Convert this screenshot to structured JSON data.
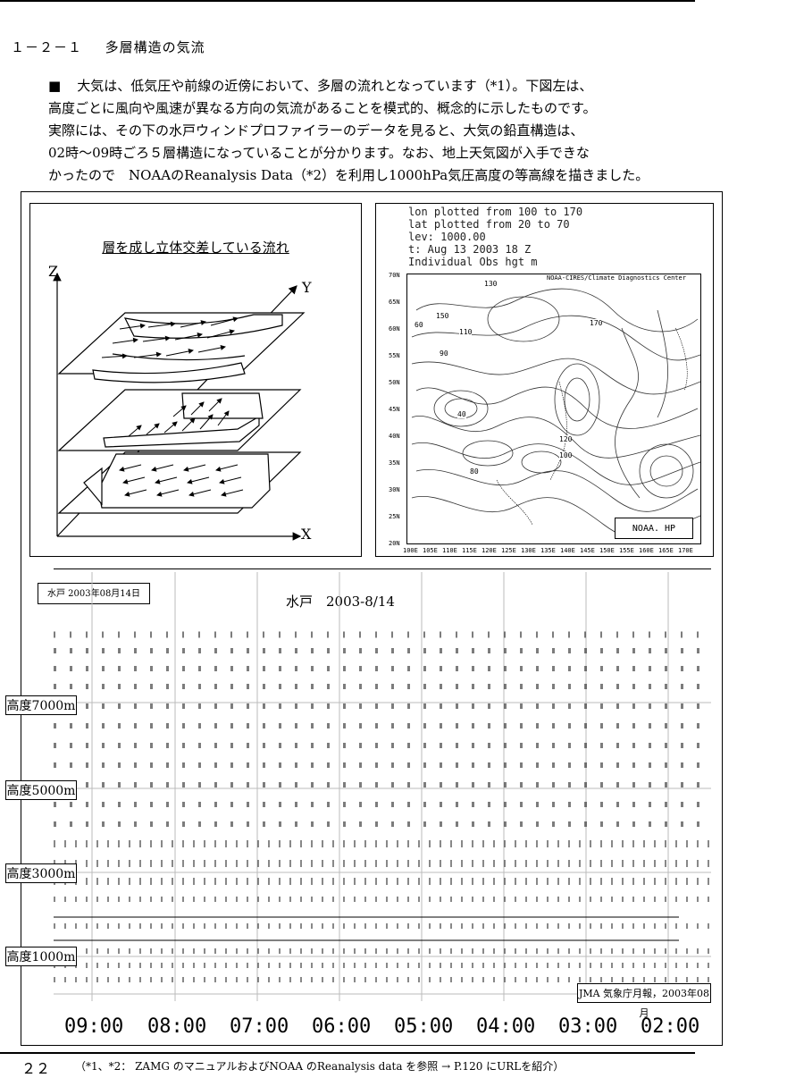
{
  "section": {
    "number": "１－２－１",
    "title": "多層構造の気流"
  },
  "intro": {
    "marker": "■",
    "lines": [
      "大気は、低気圧や前線の近傍において、多層の流れとなっています（*1）。下図左は、",
      "高度ごとに風向や風速が異なる方向の気流があることを模式的、概念的に示したものです。",
      "実際には、その下の水戸ウィンドプロファイラーのデータを見ると、大気の鉛直構造は、",
      "02時～09時ごろ５層構造になっていることが分かります。なお、地上天気図が入手できな",
      "かったので　NOAAのReanalysis Data（*2）を利用し1000hPa気圧高度の等高線を描きました。"
    ]
  },
  "diagram": {
    "title": "層を成し立体交差している流れ",
    "axis_z": "Z",
    "axis_y": "Y",
    "axis_x": "X"
  },
  "map": {
    "header_lines": [
      "lon plotted from 100 to 170",
      "lat plotted from 20 to 70",
      "lev: 1000.00",
      "t: Aug 13 2003 18 Z",
      "Individual Obs hgt m"
    ],
    "credit": "NOAA-CIRES/Climate Diagnostics Center",
    "badge": "NOAA. HP",
    "lat_labels": [
      "70N",
      "65N",
      "60N",
      "55N",
      "50N",
      "45N",
      "40N",
      "35N",
      "30N",
      "25N",
      "20N"
    ],
    "lon_labels": [
      "100E",
      "105E",
      "110E",
      "115E",
      "120E",
      "125E",
      "130E",
      "135E",
      "140E",
      "145E",
      "150E",
      "155E",
      "160E",
      "165E",
      "170E"
    ],
    "contour_values": [
      "130",
      "150",
      "110",
      "90",
      "80",
      "60",
      "40",
      "120",
      "100",
      "170"
    ]
  },
  "profiler": {
    "station_tag": "水戸 2003年08月14日",
    "title": "水戸　2003-8/14",
    "altitudes": [
      "高度7000m",
      "高度5000m",
      "高度3000m",
      "高度1000m"
    ],
    "source": "JMA 気象庁月報，2003年08月",
    "times": [
      "09:00",
      "08:00",
      "07:00",
      "06:00",
      "05:00",
      "04:00",
      "03:00",
      "02:00"
    ]
  },
  "footer": {
    "page_number": "２２",
    "note": "（*1、*2： ZAMG のマニュアルおよびNOAA のReanalysis data を参照 → P.120 にURLを紹介）"
  }
}
